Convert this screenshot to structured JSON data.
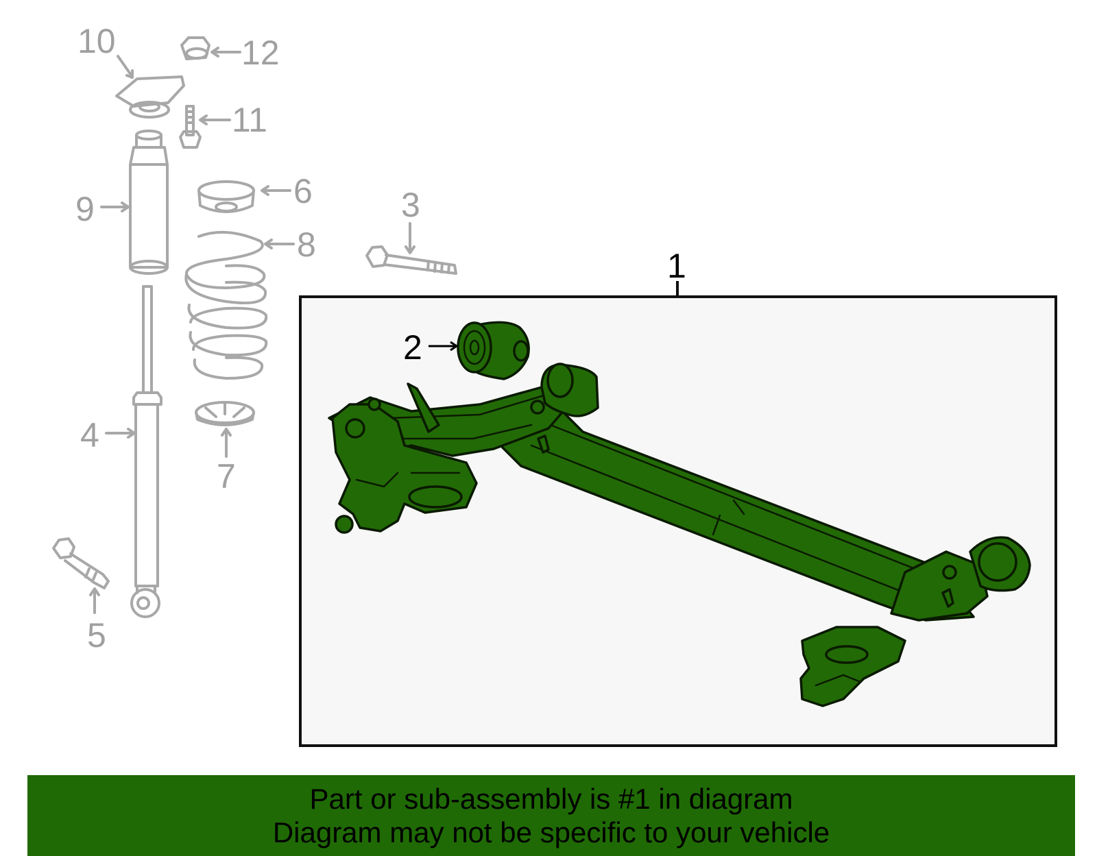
{
  "diagram": {
    "callouts": {
      "c1": "1",
      "c2": "2",
      "c3": "3",
      "c4": "4",
      "c5": "5",
      "c6": "6",
      "c7": "7",
      "c8": "8",
      "c9": "9",
      "c10": "10",
      "c11": "11",
      "c12": "12"
    },
    "colors": {
      "highlight_part": "#226a06",
      "ghost_parts": "#a8a8a8",
      "panel_background": "#f7f7f7",
      "banner_background": "#1f6a05"
    }
  },
  "banner": {
    "line1": "Part or sub-assembly is #1 in diagram",
    "line2": "Diagram may not be specific to your vehicle"
  }
}
